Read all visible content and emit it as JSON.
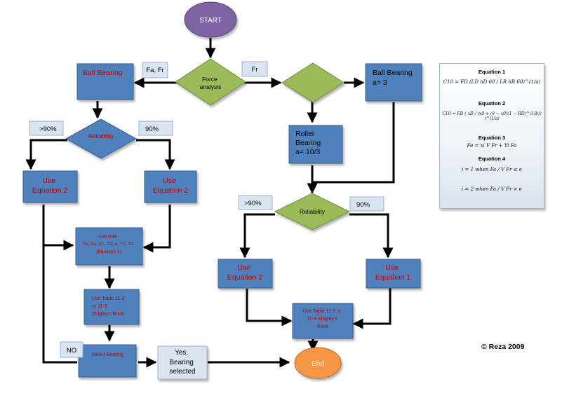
{
  "colors": {
    "box_blue": "#4f81bd",
    "diamond_green": "#9bbb59",
    "start_purple": "#8064a2",
    "end_orange": "#f79646",
    "label_box": "#dbe5f1",
    "red_text": "#c00000",
    "line": "#000000"
  },
  "nodes": {
    "start": "START",
    "force_analysis": [
      "Force",
      "analysis"
    ],
    "ball_bearing_left": "Ball Bearing",
    "ball_bearing_right": [
      "Ball Bearing",
      "a= 3"
    ],
    "roller_bearing": [
      "Roller",
      "Bearing",
      "a= 10/3"
    ],
    "reliability_left": "Reliability",
    "reliability_right": "Reliability",
    "use_eq2_left_a": [
      "Use",
      "Equation 2"
    ],
    "use_eq2_left_b": [
      "Use",
      "Equation 2"
    ],
    "use_eq2_right": [
      "Use",
      "Equation 2"
    ],
    "use_eq1_right": [
      "Use",
      "Equation 1"
    ],
    "calculate": [
      "Calculate",
      "Fe, Xe, X1, X2, e, Y1, Y2",
      "(Equation 3)"
    ],
    "use_table_left": [
      "Use Table 11-2",
      "or 11-3",
      "Shigley's Book"
    ],
    "use_table_right": [
      "Use Table 11-2 or",
      "11-3 Shigley's",
      "Book"
    ],
    "select_bearing": "Select Bearing",
    "yes_selected": [
      "Yes.",
      "Bearing",
      "selected"
    ],
    "end": "End"
  },
  "labels": {
    "fa_fr": "Fa, Fr",
    "fr": "Fr",
    "gt90_left": ">90%",
    "p90_left": "90%",
    "gt90_right": ">90%",
    "p90_right": "90%",
    "no": "NO"
  },
  "equations": {
    "eq1_title": "Equation 1",
    "eq1": "C10 = FD (LD nD 60 / LR nR 60)^(1/a)",
    "eq2_title": "Equation 2",
    "eq2": "C10 = FD ( xD / (x0 + (θ − x0)(1 − RD)^(1/b)) )^(1/a)",
    "eq3_title": "Equation 3",
    "eq3": "Fe = xi V Fr + Yi Fa",
    "eq4_title": "Equation 4",
    "eq4a": "i = 1 when Fa / V Fr ≤ e",
    "eq4b": "i = 2 when Fa / V Fr > e"
  },
  "copyright": "© Reza 2009"
}
